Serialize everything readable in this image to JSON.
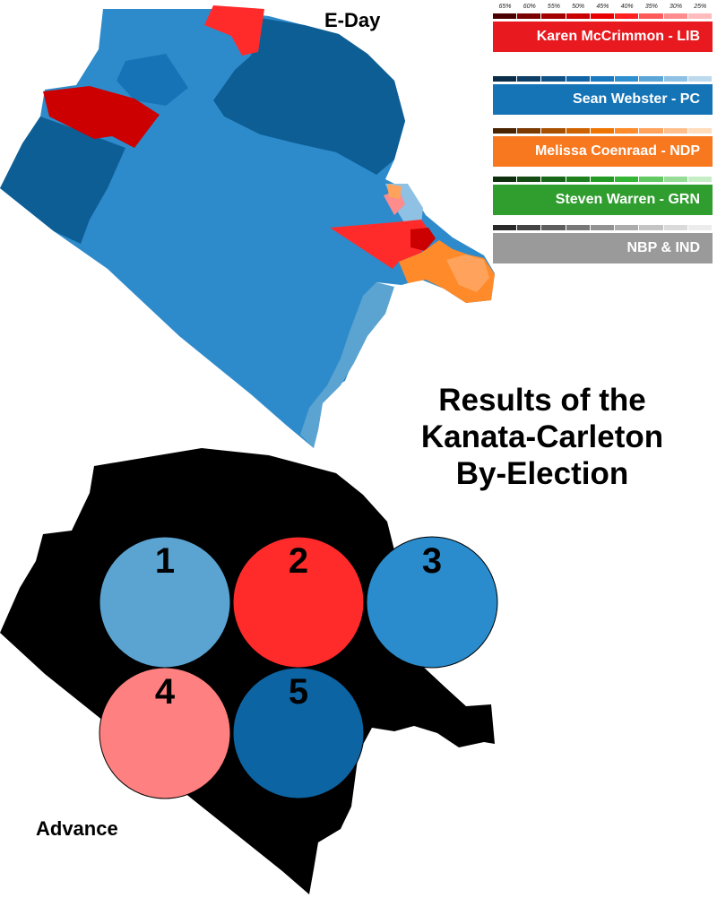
{
  "eday_label": "E-Day",
  "advance_label": "Advance",
  "title": {
    "line1": "Results of the",
    "line2": "Kanata-Carleton",
    "line3": "By-Election"
  },
  "percent_scale": [
    "65%",
    "60%",
    "55%",
    "50%",
    "45%",
    "40%",
    "35%",
    "30%",
    "25%"
  ],
  "legend": [
    {
      "name": "Karen McCrimmon - LIB",
      "color": "#e8191f",
      "shades": [
        "#4a0000",
        "#7a0000",
        "#a30000",
        "#c80000",
        "#e80000",
        "#ff2020",
        "#ff5a5a",
        "#ff8c8c",
        "#ffbcbc"
      ]
    },
    {
      "name": "Sean Webster - PC",
      "color": "#1474b6",
      "shades": [
        "#0b2d4a",
        "#0d3f66",
        "#0f5288",
        "#1064a6",
        "#1a78bf",
        "#2e8fd0",
        "#5ba6d6",
        "#8ec1e3",
        "#bcd9ee"
      ]
    },
    {
      "name": "Melissa Coenraad - NDP",
      "color": "#f7781f",
      "shades": [
        "#4a2300",
        "#7a3a00",
        "#a65000",
        "#cc6200",
        "#ee7400",
        "#ff8a2a",
        "#ffa35c",
        "#ffbf8c",
        "#ffdcbc"
      ]
    },
    {
      "name": "Steven Warren - GRN",
      "color": "#2f9e2f",
      "shades": [
        "#0d2f0d",
        "#134b13",
        "#186618",
        "#1d801d",
        "#239a23",
        "#35b535",
        "#62c962",
        "#96dc96",
        "#c6eec6"
      ]
    },
    {
      "name": "NBP & IND",
      "color": "#9a9a9a",
      "shades": [
        "#2a2a2a",
        "#444444",
        "#5e5e5e",
        "#787878",
        "#929292",
        "#acacac",
        "#c4c4c4",
        "#dadada",
        "#ececec"
      ]
    }
  ],
  "advance_polls": [
    {
      "number": "1",
      "color": "#5ba3d0"
    },
    {
      "number": "2",
      "color": "#ff2b2b"
    },
    {
      "number": "3",
      "color": "#2a8ccc"
    },
    {
      "number": "4",
      "color": "#ff8080"
    },
    {
      "number": "5",
      "color": "#0d64a3"
    }
  ]
}
